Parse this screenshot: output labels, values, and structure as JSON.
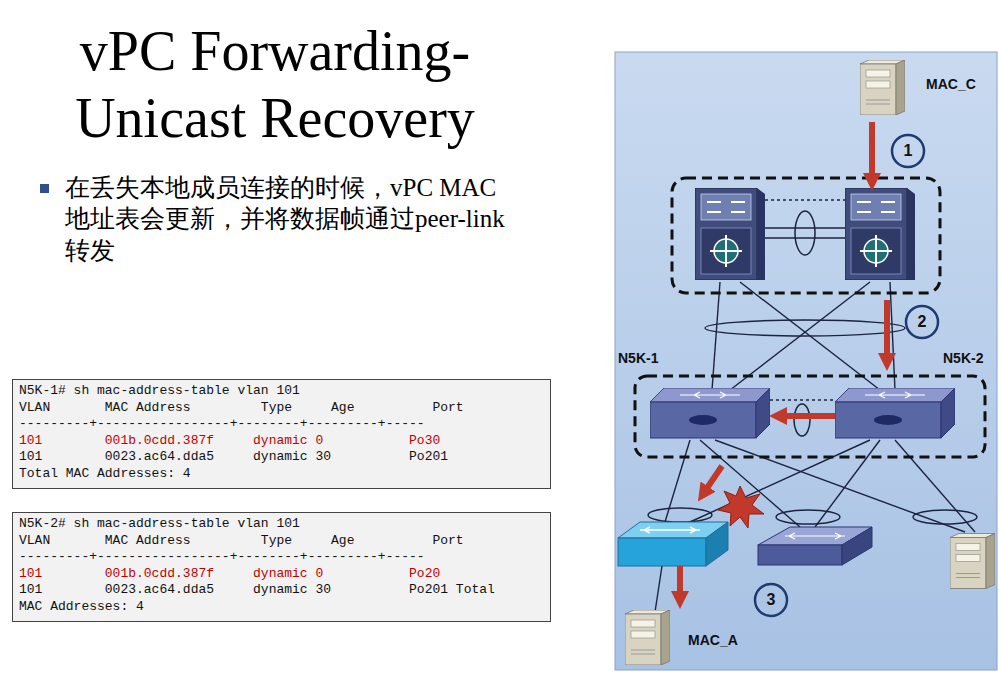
{
  "diagram": {
    "title": "vPC Forwarding- Unicast Recovery",
    "nodes": [
      {
        "text": [
          "N5K-1# sh mac-address-table vlan 101",
          "VLAN       MAC Address         Type     Age          Port",
          "---------+-----------------+--------+---------+-----",
          "101        001b.0cdd.387f     dynamic 0           Po30",
          "101        0023.ac64.dda5     dynamic 30          Po201",
          "Total MAC Addresses: 4"
        ]
      },
      {
        "text": [
          "N5K-2# sh mac-address-table vlan 101",
          "VLAN       MAC Address         Type     Age          Port",
          "---------+-----------------+--------+---------+-----",
          "101        001b.0cdd.387f     dynamic 0           Po20",
          "101        0023.ac64.dda5     dynamic 30          Po201 Total",
          "MAC Addresses: 4"
        ]
      },
      {
        "text": [
          "MAC_C"
        ]
      },
      {
        "text": [
          "N5K-1"
        ]
      },
      {
        "text": [
          "N5K-2"
        ]
      },
      {
        "text": [
          "MAC_A"
        ]
      }
    ],
    "edges": [
      {
        "from": 4,
        "to": 3,
        "arrow": "to"
      }
    ],
    "labels": [
      "在丢失本地成员连接的时候，vPC MAC地址表会更新，并将数据帧通过peer-link转发",
      "1",
      "2",
      "3"
    ]
  }
}
